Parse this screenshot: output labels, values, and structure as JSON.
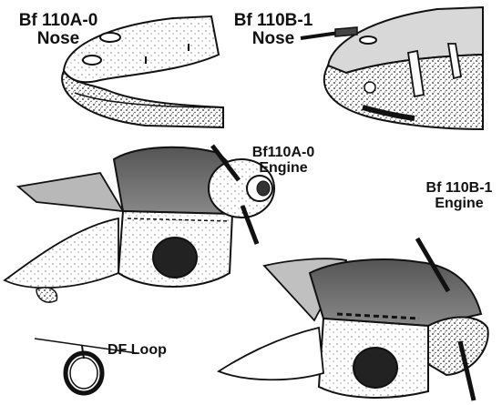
{
  "labels": {
    "bf110a0_nose": {
      "line1": "Bf 110A-0",
      "line2": "Nose"
    },
    "bf110b1_nose": {
      "line1": "Bf 110B-1",
      "line2": "Nose"
    },
    "bf110a0_engine": {
      "line1": "Bf110A-0",
      "line2": "Engine"
    },
    "bf110b1_engine": {
      "line1": "Bf 110B-1",
      "line2": "Engine"
    },
    "df_loop": "DF Loop"
  },
  "colors": {
    "ink": "#111111",
    "paper": "#ffffff",
    "shade": "#444444"
  }
}
